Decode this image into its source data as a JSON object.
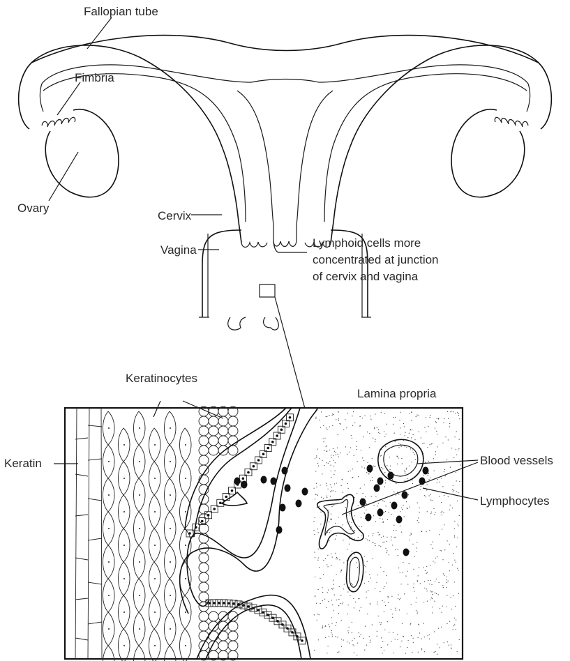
{
  "labels": {
    "fallopian_tube": "Fallopian tube",
    "fimbria": "Fimbria",
    "ovary": "Ovary",
    "cervix": "Cervix",
    "vagina": "Vagina",
    "lymphoid_line1": "Lymphoid cells more",
    "lymphoid_line2": "concentrated at junction",
    "lymphoid_line3": "of cervix and vagina",
    "keratinocytes": "Keratinocytes",
    "lamina_propria": "Lamina propria",
    "keratin": "Keratin",
    "blood_vessels": "Blood vessels",
    "lymphocytes": "Lymphocytes"
  },
  "colors": {
    "ink": "#1a1a1a",
    "text": "#2a2a2a",
    "background": "#ffffff"
  }
}
